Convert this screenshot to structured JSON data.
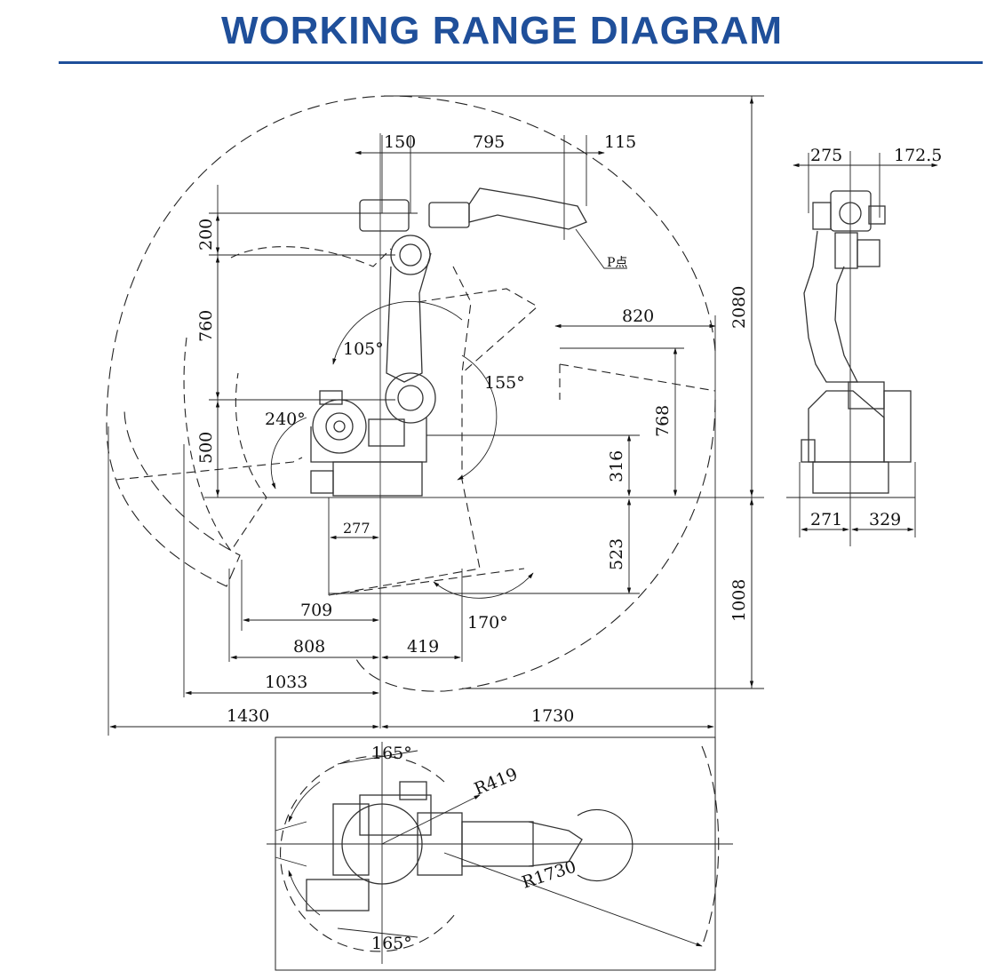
{
  "page": {
    "title": "WORKING RANGE DIAGRAM",
    "accent_color": "#1f4f9a"
  },
  "side_view": {
    "top_dims": [
      "150",
      "795",
      "115"
    ],
    "left_dims": [
      "200",
      "760",
      "500"
    ],
    "right_dims": [
      "2080",
      "1008"
    ],
    "inner_dims": [
      "820",
      "768",
      "316",
      "523"
    ],
    "angles": [
      "105°",
      "155°",
      "240°",
      "170°"
    ],
    "bottom_dims": [
      "277",
      "709",
      "808",
      "419",
      "1033",
      "1430",
      "1730"
    ],
    "point_label": "P点"
  },
  "front_view": {
    "top_dims": [
      "275",
      "172.5"
    ],
    "bottom_dims": [
      "271",
      "329"
    ]
  },
  "top_view": {
    "angles": [
      "165°",
      "165°"
    ],
    "radii": [
      "R419",
      "R1730"
    ]
  }
}
